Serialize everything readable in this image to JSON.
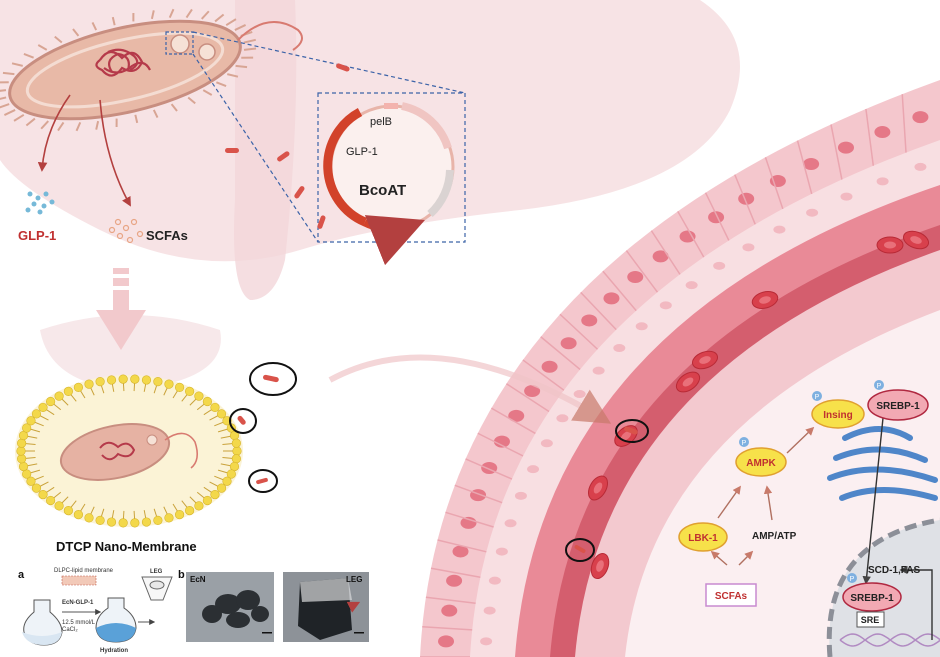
{
  "bacterium": {
    "product_glp1": "GLP-1",
    "product_scfas": "SCFAs"
  },
  "plasmid": {
    "label_pelb": "pelB",
    "label_glp1": "GLP-1",
    "label_bcoat": "BcoAT"
  },
  "nano_membrane": {
    "title": "DTCP Nano-Membrane"
  },
  "inset": {
    "panel_a": "a",
    "panel_b": "b",
    "dlpc": "DLPC-lipid membrane",
    "ecn_glp1": "EcN-GLP-1",
    "conc": "12.5 mmol/L",
    "cacl": "CaCl₂",
    "hydration": "Hydration",
    "leg_flask": "LEG",
    "tem_ecn": "EcN",
    "tem_leg": "LEG"
  },
  "pathway": {
    "scfas": "SCFAs",
    "lbk1": "LBK-1",
    "amp_atp": "AMP/ATP",
    "ampk": "AMPK",
    "insing": "Insing",
    "srebp1_top": "SREBP-1",
    "srebp1_bottom": "SREBP-1",
    "scd1_fas": "SCD-1,FAS",
    "sre": "SRE",
    "phospho": "P"
  },
  "colors": {
    "tissue": "#f6d3d7",
    "cell_wall": "#e9a4ad",
    "nucleus": "#d9546a",
    "red_blood": "#d8404c",
    "accent_red": "#c83a3a",
    "yellow_node": "#f7e14a",
    "srebp_node": "#f2a9b3",
    "er_blue": "#5a8fd0"
  }
}
